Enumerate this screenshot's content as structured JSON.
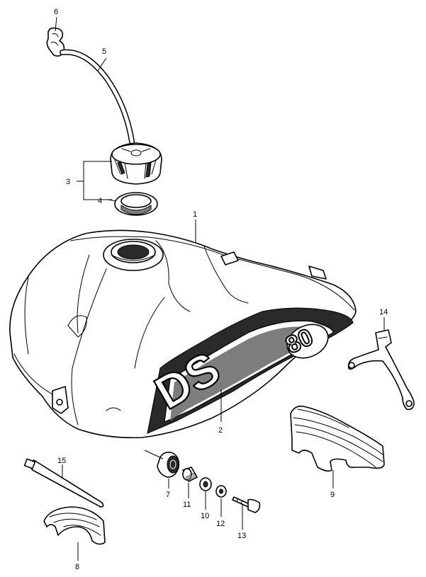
{
  "callouts": [
    {
      "id": "1",
      "text": "1"
    },
    {
      "id": "2",
      "text": "2"
    },
    {
      "id": "3",
      "text": "3"
    },
    {
      "id": "4",
      "text": "4"
    },
    {
      "id": "5",
      "text": "5"
    },
    {
      "id": "6",
      "text": "6"
    },
    {
      "id": "7",
      "text": "7"
    },
    {
      "id": "8",
      "text": "8"
    },
    {
      "id": "9",
      "text": "9"
    },
    {
      "id": "10",
      "text": "10"
    },
    {
      "id": "11",
      "text": "11"
    },
    {
      "id": "12",
      "text": "12"
    },
    {
      "id": "13",
      "text": "13"
    },
    {
      "id": "14",
      "text": "14"
    },
    {
      "id": "15",
      "text": "15"
    }
  ],
  "tank_graphic": {
    "emblem_letters": "DS",
    "emblem_number": "80"
  }
}
